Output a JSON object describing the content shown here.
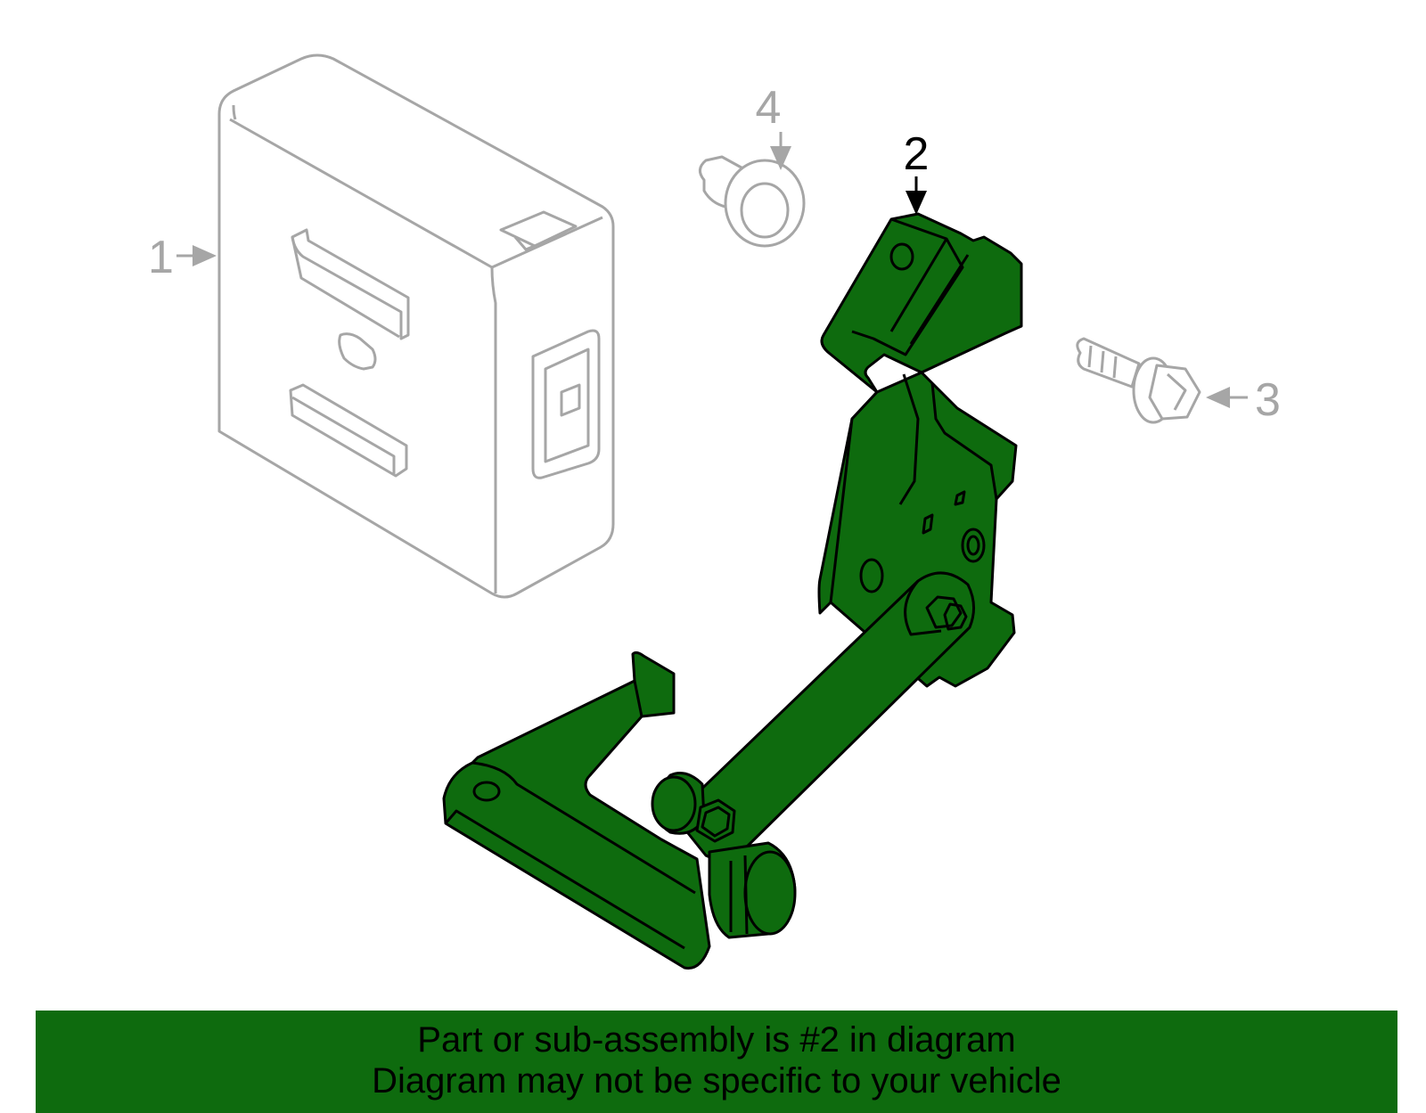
{
  "colors": {
    "highlight_fill": "#0e6b0e",
    "ghost_stroke": "#a6a6a6",
    "active_stroke": "#000000",
    "banner_bg": "#0e6b0e"
  },
  "callouts": [
    {
      "id": "1",
      "label": "1",
      "part": "control-module",
      "highlighted": false
    },
    {
      "id": "2",
      "label": "2",
      "part": "level-sensor",
      "highlighted": true
    },
    {
      "id": "3",
      "label": "3",
      "part": "bolt",
      "highlighted": false
    },
    {
      "id": "4",
      "label": "4",
      "part": "clip",
      "highlighted": false
    }
  ],
  "footer": {
    "line1": "Part or sub-assembly is #2 in diagram",
    "line2": "Diagram may not be specific to your vehicle"
  }
}
